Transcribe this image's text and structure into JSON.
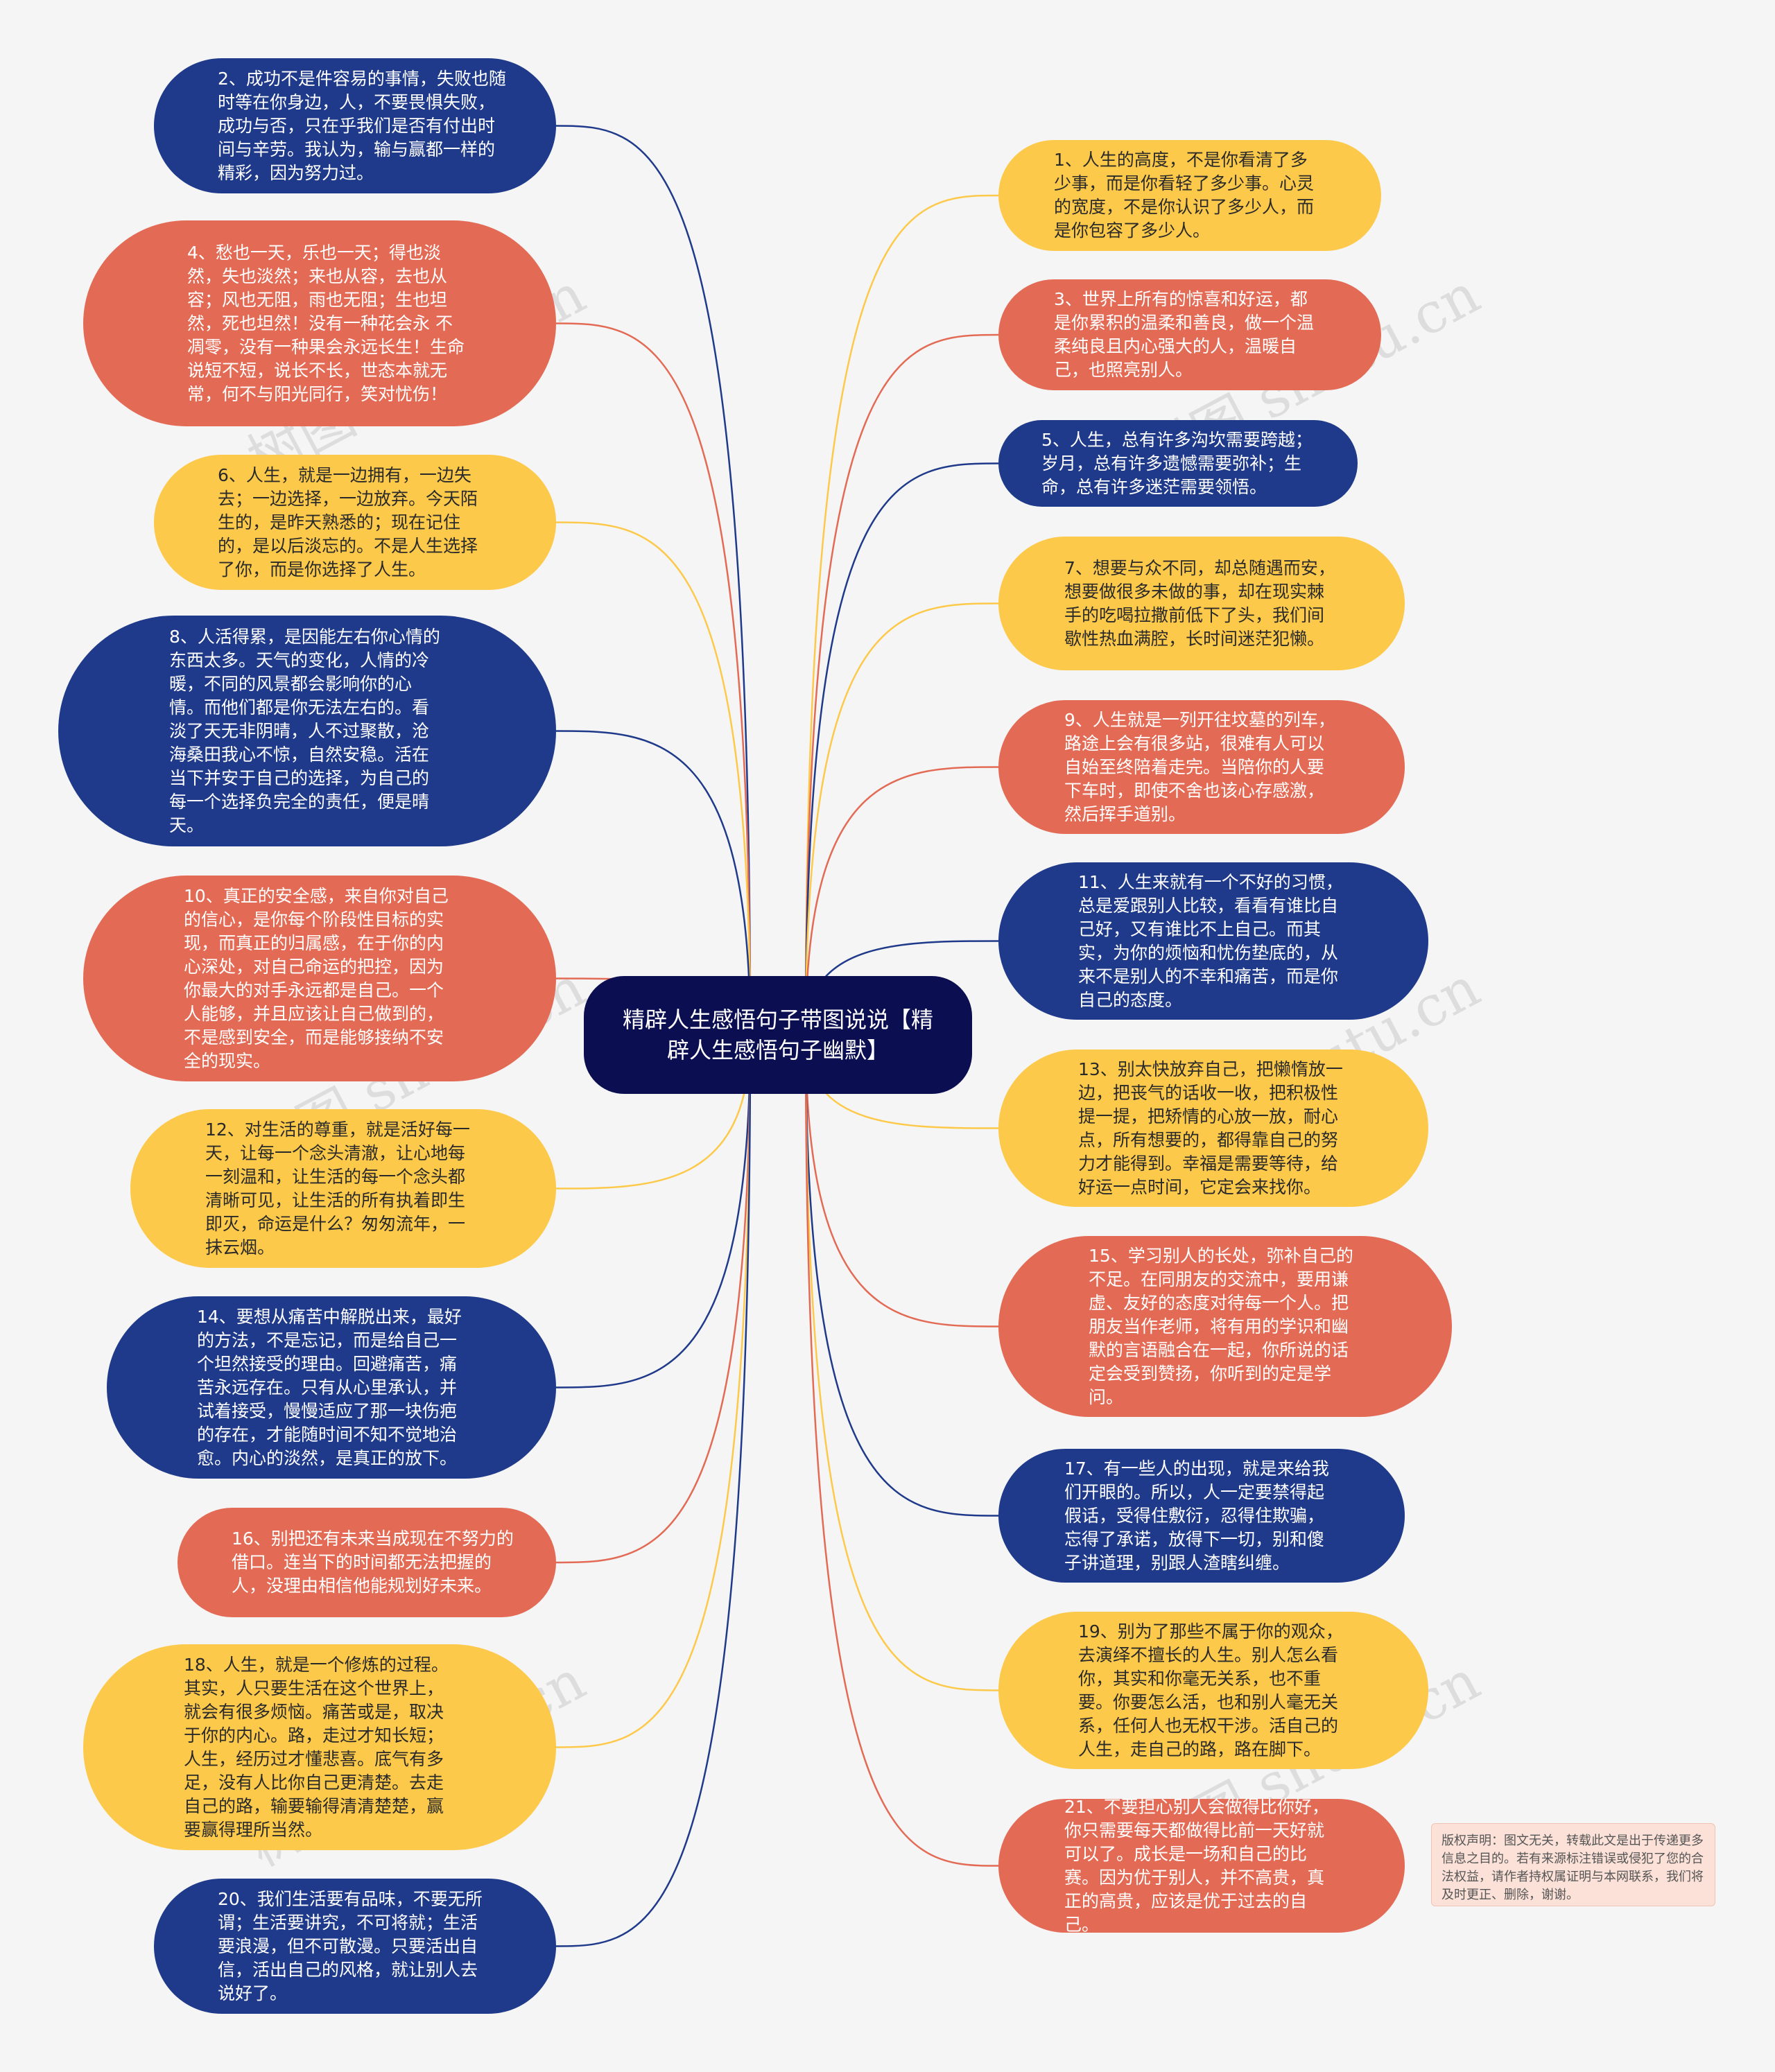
{
  "center": {
    "text": "精辟人生感悟句子带图说说【精辟人生感悟句子幽默】"
  },
  "left_nodes": [
    {
      "text": "2、成功不是件容易的事情，失败也随时等在你身边，人，不要畏惧失败，成功与否，只在乎我们是否有付出时间与辛劳。我认为，输与赢都一样的精彩，因为努力过。",
      "color": "blue"
    },
    {
      "text": "4、愁也一天，乐也一天；得也淡然，失也淡然；来也从容，去也从容；风也无阻，雨也无阻；生也坦然，死也坦然！没有一种花会永 不凋零，没有一种果会永远长生！生命说短不短，说长不长，世态本就无常，何不与阳光同行，笑对忧伤！",
      "color": "red"
    },
    {
      "text": "6、人生，就是一边拥有，一边失去；一边选择，一边放弃。今天陌生的，是昨天熟悉的；现在记住的，是以后淡忘的。不是人生选择了你，而是你选择了人生。",
      "color": "yellow"
    },
    {
      "text": "8、人活得累，是因能左右你心情的东西太多。天气的变化，人情的冷暖，不同的风景都会影响你的心情。而他们都是你无法左右的。看淡了天无非阴晴，人不过聚散，沧海桑田我心不惊，自然安稳。活在当下并安于自己的选择，为自己的每一个选择负完全的责任，便是晴天。",
      "color": "blue"
    },
    {
      "text": "10、真正的安全感，来自你对自己的信心，是你每个阶段性目标的实现，而真正的归属感，在于你的内心深处，对自己命运的把控，因为你最大的对手永远都是自己。一个人能够，并且应该让自己做到的，不是感到安全，而是能够接纳不安全的现实。",
      "color": "red"
    },
    {
      "text": "12、对生活的尊重，就是活好每一天，让每一个念头清澈，让心地每一刻温和，让生活的每一个念头都清晰可见，让生活的所有执着即生即灭，命运是什么？匆匆流年，一抹云烟。",
      "color": "yellow"
    },
    {
      "text": "14、要想从痛苦中解脱出来，最好的方法，不是忘记，而是给自己一个坦然接受的理由。回避痛苦，痛苦永远存在。只有从心里承认，并试着接受，慢慢适应了那一块伤疤的存在，才能随时间不知不觉地治愈。内心的淡然，是真正的放下。",
      "color": "blue"
    },
    {
      "text": "16、别把还有未来当成现在不努力的借口。连当下的时间都无法把握的人，没理由相信他能规划好未来。",
      "color": "red"
    },
    {
      "text": "18、人生，就是一个修炼的过程。其实，人只要生活在这个世界上，就会有很多烦恼。痛苦或是，取决于你的内心。路，走过才知长短；人生，经历过才懂悲喜。底气有多足，没有人比你自己更清楚。去走自己的路，输要输得清清楚楚，赢要赢得理所当然。",
      "color": "yellow"
    },
    {
      "text": "20、我们生活要有品味，不要无所谓；生活要讲究，不可将就；生活要浪漫，但不可散漫。只要活出自信，活出自己的风格，就让别人去说好了。",
      "color": "blue"
    }
  ],
  "right_nodes": [
    {
      "text": "1、人生的高度，不是你看清了多少事，而是你看轻了多少事。心灵的宽度，不是你认识了多少人，而是你包容了多少人。",
      "color": "yellow"
    },
    {
      "text": "3、世界上所有的惊喜和好运，都是你累积的温柔和善良，做一个温柔纯良且内心强大的人，温暖自己，也照亮别人。",
      "color": "red"
    },
    {
      "text": "5、人生，总有许多沟坎需要跨越；岁月，总有许多遗憾需要弥补；生命，总有许多迷茫需要领悟。",
      "color": "blue"
    },
    {
      "text": "7、想要与众不同，却总随遇而安，想要做很多未做的事，却在现实棘手的吃喝拉撒前低下了头，我们间歇性热血满腔，长时间迷茫犯懒。",
      "color": "yellow"
    },
    {
      "text": "9、人生就是一列开往坟墓的列车，路途上会有很多站，很难有人可以自始至终陪着走完。当陪你的人要下车时，即使不舍也该心存感激，然后挥手道别。",
      "color": "red"
    },
    {
      "text": "11、人生来就有一个不好的习惯，总是爱跟别人比较，看看有谁比自己好，又有谁比不上自己。而其实，为你的烦恼和忧伤垫底的，从来不是别人的不幸和痛苦，而是你自己的态度。",
      "color": "blue"
    },
    {
      "text": "13、别太快放弃自己，把懒惰放一边，把丧气的话收一收，把积极性提一提，把矫情的心放一放，耐心点，所有想要的，都得靠自己的努力才能得到。幸福是需要等待，给好运一点时间，它定会来找你。",
      "color": "yellow"
    },
    {
      "text": "15、学习别人的长处，弥补自己的不足。在同朋友的交流中，要用谦虚、友好的态度对待每一个人。把朋友当作老师，将有用的学识和幽默的言语融合在一起，你所说的话定会受到赞扬，你听到的定是学问。",
      "color": "red"
    },
    {
      "text": "17、有一些人的出现，就是来给我们开眼的。所以，人一定要禁得起假话，受得住敷衍，忍得住欺骗，忘得了承诺，放得下一切，别和傻子讲道理，别跟人渣瞎纠缠。",
      "color": "blue"
    },
    {
      "text": "19、别为了那些不属于你的观众，去演绎不擅长的人生。别人怎么看你，其实和你毫无关系，也不重要。你要怎么活，也和别人毫无关系，任何人也无权干涉。活自己的人生，走自己的路，路在脚下。",
      "color": "yellow"
    },
    {
      "text": "21、不要担心别人会做得比你好，你只需要每天都做得比前一天好就可以了。成长是一场和自己的比赛。因为优于别人，并不高贵，真正的高贵，应该是优于过去的自己。",
      "color": "red"
    }
  ],
  "note": {
    "text": "版权声明：图文无关，转载此文是出于传递更多信息之目的。若有来源标注错误或侵犯了您的合法权益，请作者持权属证明与本网联系，我们将及时更正、删除，谢谢。"
  },
  "watermark": {
    "text": "树图 shutu.cn"
  },
  "colors": {
    "blue": "#1f3a8a",
    "red": "#e36b55",
    "yellow": "#fdc94a",
    "center": "#0b0f52",
    "background": "#f5f5f5",
    "note_bg": "#fbe1d8"
  }
}
